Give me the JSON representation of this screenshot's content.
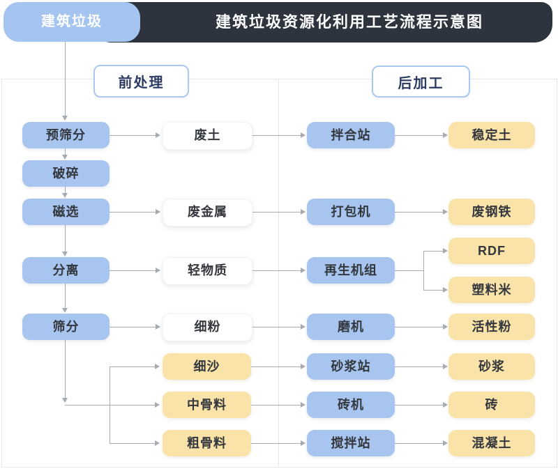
{
  "header": {
    "source_label": "建筑垃圾",
    "title": "建筑垃圾资源化利用工艺流程示意图"
  },
  "sections": {
    "pre": {
      "label": "前处理"
    },
    "post": {
      "label": "后加工"
    }
  },
  "nodes": {
    "process": [
      {
        "label": "预筛分"
      },
      {
        "label": "破碎"
      },
      {
        "label": "磁选"
      },
      {
        "label": "分离"
      },
      {
        "label": "筛分"
      }
    ],
    "intermediate": [
      {
        "label": "废土",
        "style": "white"
      },
      {
        "label": "废金属",
        "style": "white"
      },
      {
        "label": "轻物质",
        "style": "white"
      },
      {
        "label": "细粉",
        "style": "white"
      },
      {
        "label": "细沙",
        "style": "yellow"
      },
      {
        "label": "中骨料",
        "style": "yellow"
      },
      {
        "label": "粗骨料",
        "style": "yellow"
      }
    ],
    "machines": [
      {
        "label": "拌合站"
      },
      {
        "label": "打包机"
      },
      {
        "label": "再生机组"
      },
      {
        "label": "磨机"
      },
      {
        "label": "砂浆站"
      },
      {
        "label": "砖机"
      },
      {
        "label": "搅拌站"
      }
    ],
    "products": [
      {
        "label": "稳定土"
      },
      {
        "label": "废钢铁"
      },
      {
        "label": "RDF"
      },
      {
        "label": "塑料米"
      },
      {
        "label": "活性粉"
      },
      {
        "label": "砂浆"
      },
      {
        "label": "砖"
      },
      {
        "label": "混凝土"
      }
    ]
  },
  "edges": [
    "建筑垃圾→预筛分",
    "预筛分→破碎",
    "破碎→磁选",
    "磁选→分离",
    "分离→筛分",
    "预筛分→废土",
    "磁选→废金属",
    "分离→轻物质",
    "筛分→细粉",
    "筛分→细沙",
    "筛分→中骨料",
    "筛分→粗骨料",
    "废土→拌合站",
    "废金属→打包机",
    "轻物质→再生机组",
    "细粉→磨机",
    "细沙→砂浆站",
    "中骨料→砖机",
    "粗骨料→搅拌站",
    "拌合站→稳定土",
    "打包机→废钢铁",
    "再生机组→RDF",
    "再生机组→塑料米",
    "磨机→活性粉",
    "砂浆站→砂浆",
    "砖机→砖",
    "搅拌站→混凝土"
  ],
  "colors": {
    "node_blue": "#a7c5ef",
    "node_yellow": "#fae3a8",
    "node_white": "#ffffff",
    "header_dark": "#2e343d",
    "tab_blue": "#a5c5f0",
    "section_border": "#a9c8f1",
    "section_text": "#2b3a63",
    "connector_gray": "#a6abb2",
    "panel_border": "#e3e6ea",
    "title_text": "#ffffff"
  }
}
